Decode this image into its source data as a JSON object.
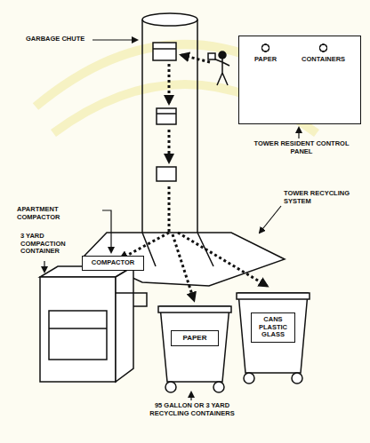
{
  "diagram": {
    "nodes": [
      {
        "text": [
          "PAPER",
          "CONTAINERS"
        ]
      },
      {
        "text": [
          "COMPACTOR"
        ]
      },
      {
        "text": [
          "PAPER"
        ]
      },
      {
        "text": [
          "CANS PLASTIC GLASS"
        ]
      }
    ],
    "labels": [
      "GARBAGE CHUTE",
      "TOWER RESIDENT CONTROL PANEL",
      "APARTMENT COMPACTOR",
      "TOWER RECYCLING SYSTEM",
      "3 YARD COMPACTION CONTAINER",
      "95 GALLON OR 3 YARD RECYCLING CONTAINERS"
    ]
  }
}
